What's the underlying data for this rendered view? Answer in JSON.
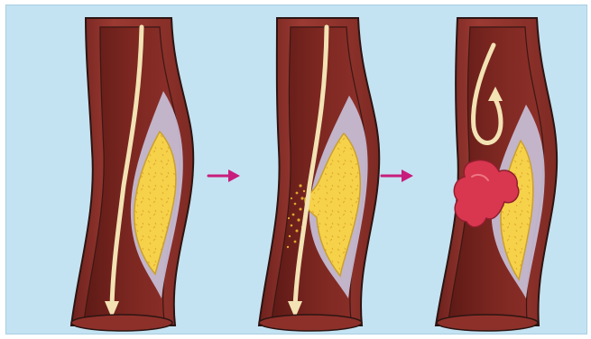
{
  "diagram": {
    "stages": [
      {
        "id": "stage-1",
        "name": "plaque-buildup"
      },
      {
        "id": "stage-2",
        "name": "plaque-rupture"
      },
      {
        "id": "stage-3",
        "name": "thrombus-formation"
      }
    ],
    "transitions": [
      {
        "from": "stage-1",
        "to": "stage-2",
        "icon": "right-arrow-icon"
      },
      {
        "from": "stage-2",
        "to": "stage-3",
        "icon": "right-arrow-icon"
      }
    ],
    "colors": {
      "background": "#c4e3f2",
      "vessel_wall": "#9b3a32",
      "vessel_wall_dark": "#6e211d",
      "lumen": "#7a2620",
      "intima": "#c9c3dc",
      "plaque": "#f6d24a",
      "plaque_speckle": "#e0a92c",
      "blood_flow": "#f2e2b4",
      "clot": "#d8374f",
      "arrow": "#c81d7c",
      "outline": "#2b1512"
    }
  }
}
